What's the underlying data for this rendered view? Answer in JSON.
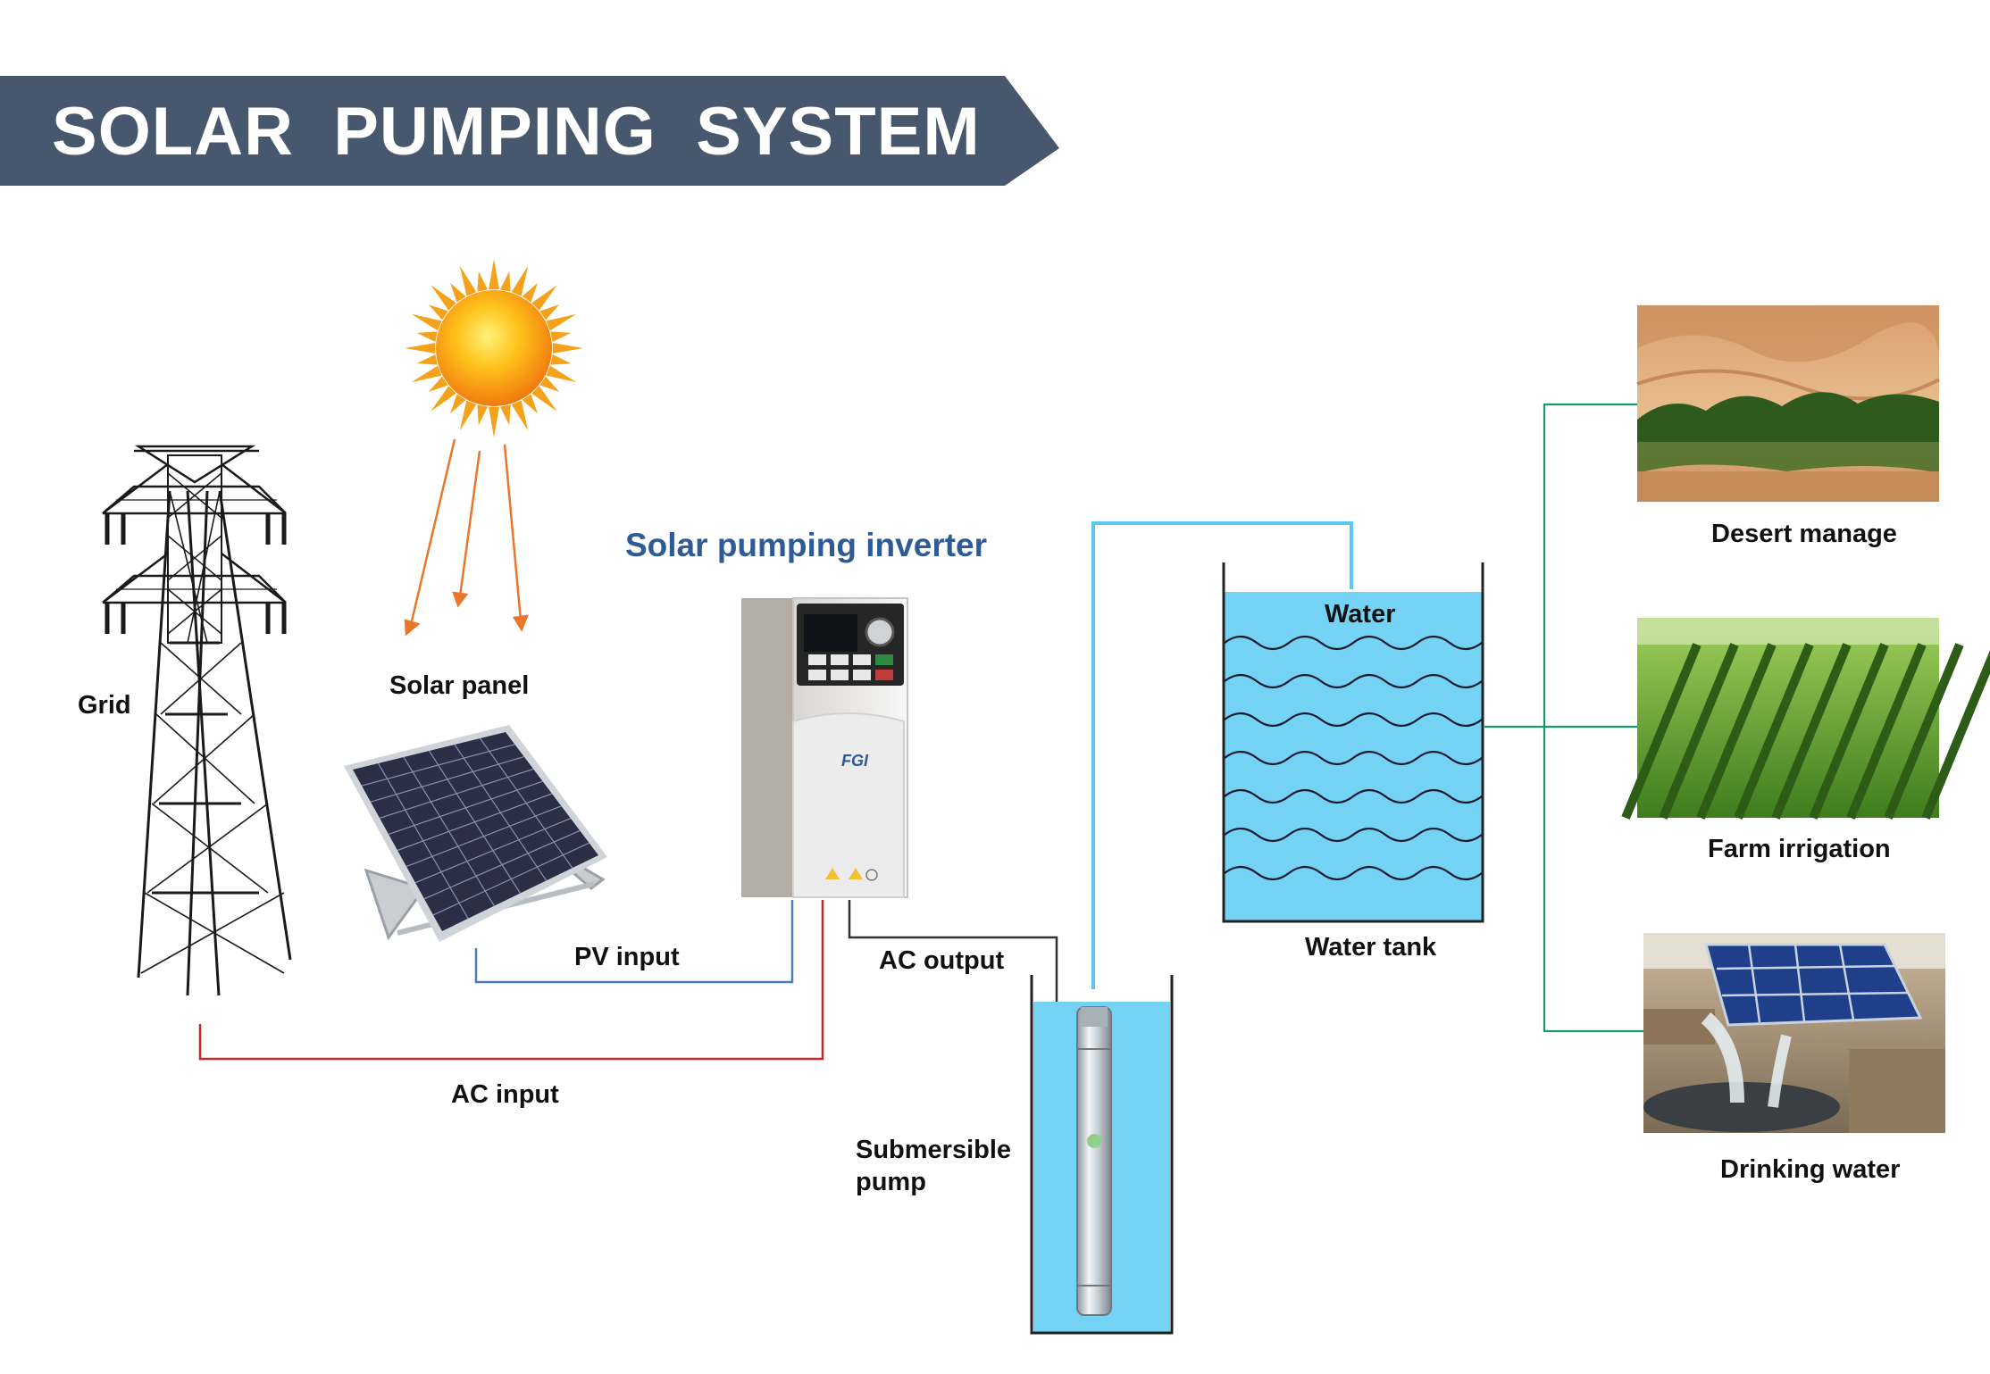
{
  "title": "SOLAR  PUMPING  SYSTEM",
  "inverter_title": "Solar pumping inverter",
  "inverter_brand": "FGI",
  "labels": {
    "grid": "Grid",
    "solar_panel": "Solar panel",
    "pv_input": "PV input",
    "ac_input": "AC input",
    "ac_output": "AC output",
    "submersible_pump_line1": "Submersible",
    "submersible_pump_line2": "pump",
    "water": "Water",
    "water_tank": "Water tank",
    "desert_manage": "Desert manage",
    "farm_irrigation": "Farm irrigation",
    "drinking_water": "Drinking water"
  },
  "icons": [
    "transmission-tower-icon",
    "sun-icon",
    "solar-panel-icon",
    "inverter-icon",
    "submersible-pump-icon",
    "water-tank-icon"
  ],
  "colors": {
    "banner": "#47586e",
    "inverter_title": "#2e5b95",
    "sun_rays": "#e8772c",
    "pv_line": "#4a7fb5",
    "ac_input_line": "#c62828",
    "ac_output_line": "#333333",
    "pipe": "#5bc8ec",
    "water": "#74d3f5",
    "branch_lines": "#1a9a6a"
  }
}
